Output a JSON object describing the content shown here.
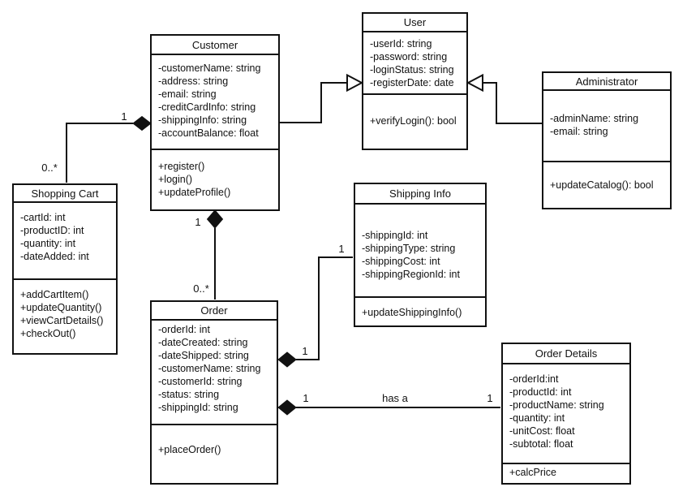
{
  "diagram_type": "uml-class-diagram",
  "colors": {
    "line": "#111111",
    "background": "#ffffff",
    "box_fill": "#ffffff"
  },
  "classes": {
    "customer": {
      "title": "Customer",
      "attributes": [
        "-customerName: string",
        "-address: string",
        "-email: string",
        "-creditCardInfo: string",
        "-shippingInfo: string",
        "-accountBalance: float"
      ],
      "methods": [
        "+register()",
        "+login()",
        "+updateProfile()"
      ]
    },
    "user": {
      "title": "User",
      "attributes": [
        "-userId: string",
        "-password: string",
        "-loginStatus: string",
        "-registerDate: date"
      ],
      "methods": [
        "+verifyLogin(): bool"
      ]
    },
    "administrator": {
      "title": "Administrator",
      "attributes": [
        "-adminName: string",
        "-email: string"
      ],
      "methods": [
        "+updateCatalog(): bool"
      ]
    },
    "shopping_cart": {
      "title": "Shopping Cart",
      "attributes": [
        "-cartId: int",
        "-productID: int",
        "-quantity: int",
        "-dateAdded: int"
      ],
      "methods": [
        "+addCartItem()",
        "+updateQuantity()",
        "+viewCartDetails()",
        "+checkOut()"
      ]
    },
    "shipping_info": {
      "title": "Shipping Info",
      "attributes": [
        "-shippingId: int",
        "-shippingType: string",
        "-shippingCost: int",
        "-shippingRegionId: int"
      ],
      "methods": [
        "+updateShippingInfo()"
      ]
    },
    "order": {
      "title": "Order",
      "attributes": [
        "-orderId: int",
        "-dateCreated: string",
        "-dateShipped: string",
        "-customerName: string",
        "-customerId: string",
        "-status: string",
        "-shippingId: string"
      ],
      "methods": [
        "+placeOrder()"
      ]
    },
    "order_details": {
      "title": "Order Details",
      "attributes": [
        "-orderId:int",
        "-productId: int",
        "-productName: string",
        "-quantity: int",
        "-unitCost: float",
        "-subtotal: float"
      ],
      "methods": [
        "+calcPrice"
      ]
    }
  },
  "relationships": {
    "customer_cart": {
      "type": "composition",
      "mult_customer": "1",
      "mult_cart": "0..*"
    },
    "customer_order": {
      "type": "composition",
      "mult_customer": "1",
      "mult_order": "0..*"
    },
    "customer_user": {
      "type": "generalization"
    },
    "administrator_user": {
      "type": "generalization"
    },
    "order_shipping": {
      "type": "composition",
      "mult_order": "1",
      "mult_shipping": "1"
    },
    "order_order_details": {
      "type": "composition",
      "mult_order": "1",
      "mult_details": "1",
      "label": "has a"
    }
  }
}
